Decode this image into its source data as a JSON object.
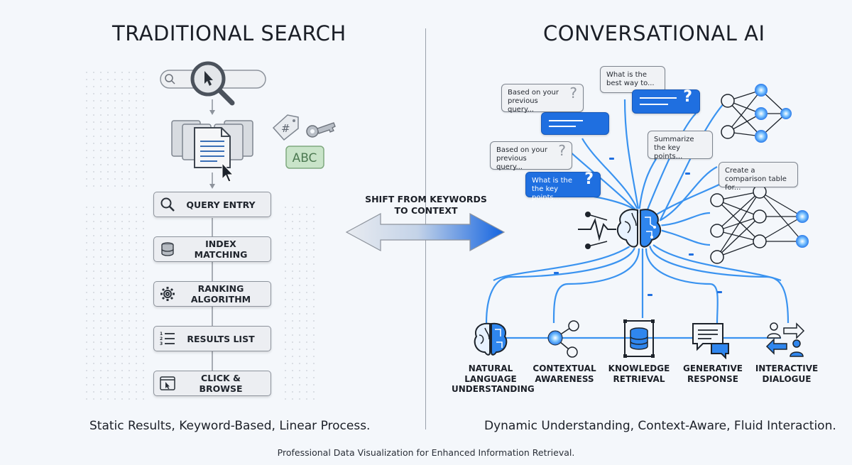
{
  "left": {
    "title": "TRADITIONAL SEARCH",
    "steps": [
      "QUERY ENTRY",
      "INDEX MATCHING",
      "RANKING ALGORITHM",
      "RESULTS LIST",
      "CLICK & BROWSE"
    ],
    "tag_abc": "ABC",
    "tag_hash": "#",
    "caption": "Static Results, Keyword-Based, Linear Process."
  },
  "center": {
    "shift_label_line1": "SHIFT FROM KEYWORDS",
    "shift_label_line2": "TO CONTEXT"
  },
  "right": {
    "title": "CONVERSATIONAL AI",
    "bubbles": {
      "what_is_best": "What is the best way to...",
      "based_on_1": "Based on your previous query...",
      "based_on_2": "Based on your previous query...",
      "summarize": "Summarize the key points...",
      "what_is_key": "What is the the key points...",
      "comparison": "Create a comparison table for..."
    },
    "features": [
      {
        "l1": "NATURAL",
        "l2": "LANGUAGE",
        "l3": "UNDERSTANDING"
      },
      {
        "l1": "CONTEXTUAL",
        "l2": "AWARENESS",
        "l3": ""
      },
      {
        "l1": "KNOWLEDGE",
        "l2": "RETRIEVAL",
        "l3": ""
      },
      {
        "l1": "GENERATIVE",
        "l2": "RESPONSE",
        "l3": ""
      },
      {
        "l1": "INTERACTIVE",
        "l2": "DIALOGUE",
        "l3": ""
      }
    ],
    "caption": "Dynamic Understanding, Context-Aware, Fluid Interaction."
  },
  "footer": "Professional Data Visualization for Enhanced Information Retrieval.",
  "colors": {
    "accent": "#1f6fe0",
    "accent_light": "#4aa3ff",
    "neutral": "#8d939c"
  }
}
